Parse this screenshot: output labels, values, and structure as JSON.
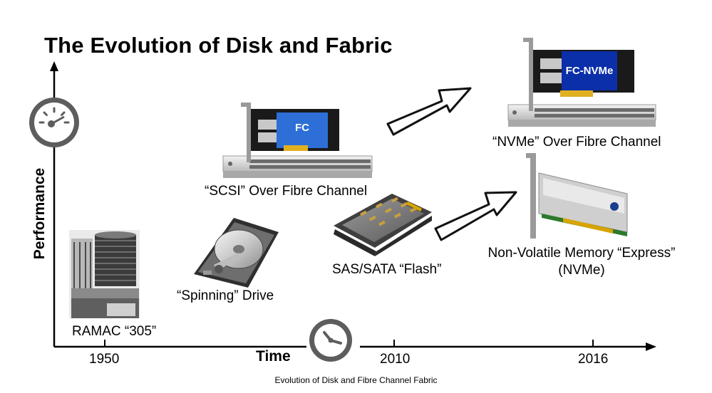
{
  "title": "The Evolution of Disk and Fabric",
  "axes": {
    "y_label": "Performance",
    "x_label": "Time",
    "ticks": [
      "1950",
      "2010",
      "2016"
    ]
  },
  "items": {
    "ramac": "RAMAC “305”",
    "spinning": "“Spinning” Drive",
    "scsi_fc": "“SCSI” Over Fibre Channel",
    "flash": "SAS/SATA “Flash”",
    "nvme_fc": "“NVMe” Over Fibre Channel",
    "nvme_line1": "Non-Volatile Memory “Express”",
    "nvme_line2": "(NVMe)"
  },
  "card_labels": {
    "fc": "FC",
    "fc_nvme": "FC-NVMe"
  },
  "caption": "Evolution of Disk and Fibre Channel Fabric",
  "icons": [
    "speedometer-icon",
    "clock-icon",
    "arrow-icon",
    "hard-drive-icon",
    "ssd-icon",
    "pcie-card-icon",
    "switch-icon",
    "ramac-machine-icon"
  ],
  "colors": {
    "card_blue": "#2d6fd6",
    "card_blue_dark": "#0b2fa8",
    "gold": "#e0b020",
    "switch_gray": "#cfcfcf"
  }
}
